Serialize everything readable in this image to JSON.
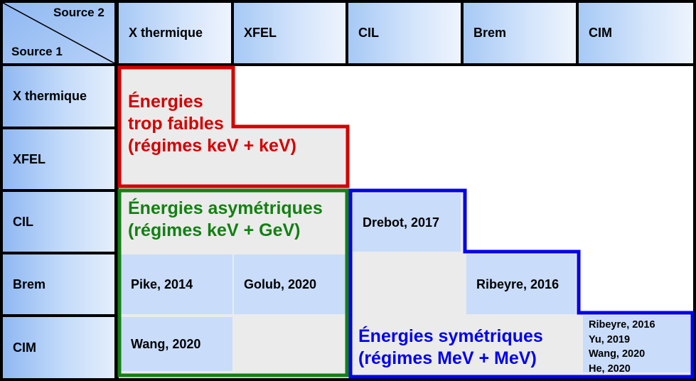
{
  "corner": {
    "source2_label": "Source 2",
    "source1_label": "Source 1"
  },
  "columns": [
    "X thermique",
    "XFEL",
    "CIL",
    "Brem",
    "CIM"
  ],
  "rows": [
    "X thermique",
    "XFEL",
    "CIL",
    "Brem",
    "CIM"
  ],
  "regions": {
    "low": {
      "line1": "Énergies",
      "line2": "trop faibles",
      "line3": "(régimes keV + keV)",
      "color": "#d40000"
    },
    "asym": {
      "line1": "Énergies asymétriques",
      "line2": "(régimes keV + GeV)",
      "color": "#138013"
    },
    "sym": {
      "line1": "Énergies symétriques",
      "line2": "(régimes MeV + MeV)",
      "color": "#0000ee"
    }
  },
  "references": {
    "cil_cil": "Drebot, 2017",
    "brem_xth": "Pike, 2014",
    "brem_xfel": "Golub, 2020",
    "brem_brem": "Ribeyre, 2016",
    "cim_xth": "Wang, 2020",
    "cim_cim": [
      "Ribeyre, 2016",
      "Yu, 2019",
      "Wang, 2020",
      "He, 2020"
    ]
  }
}
